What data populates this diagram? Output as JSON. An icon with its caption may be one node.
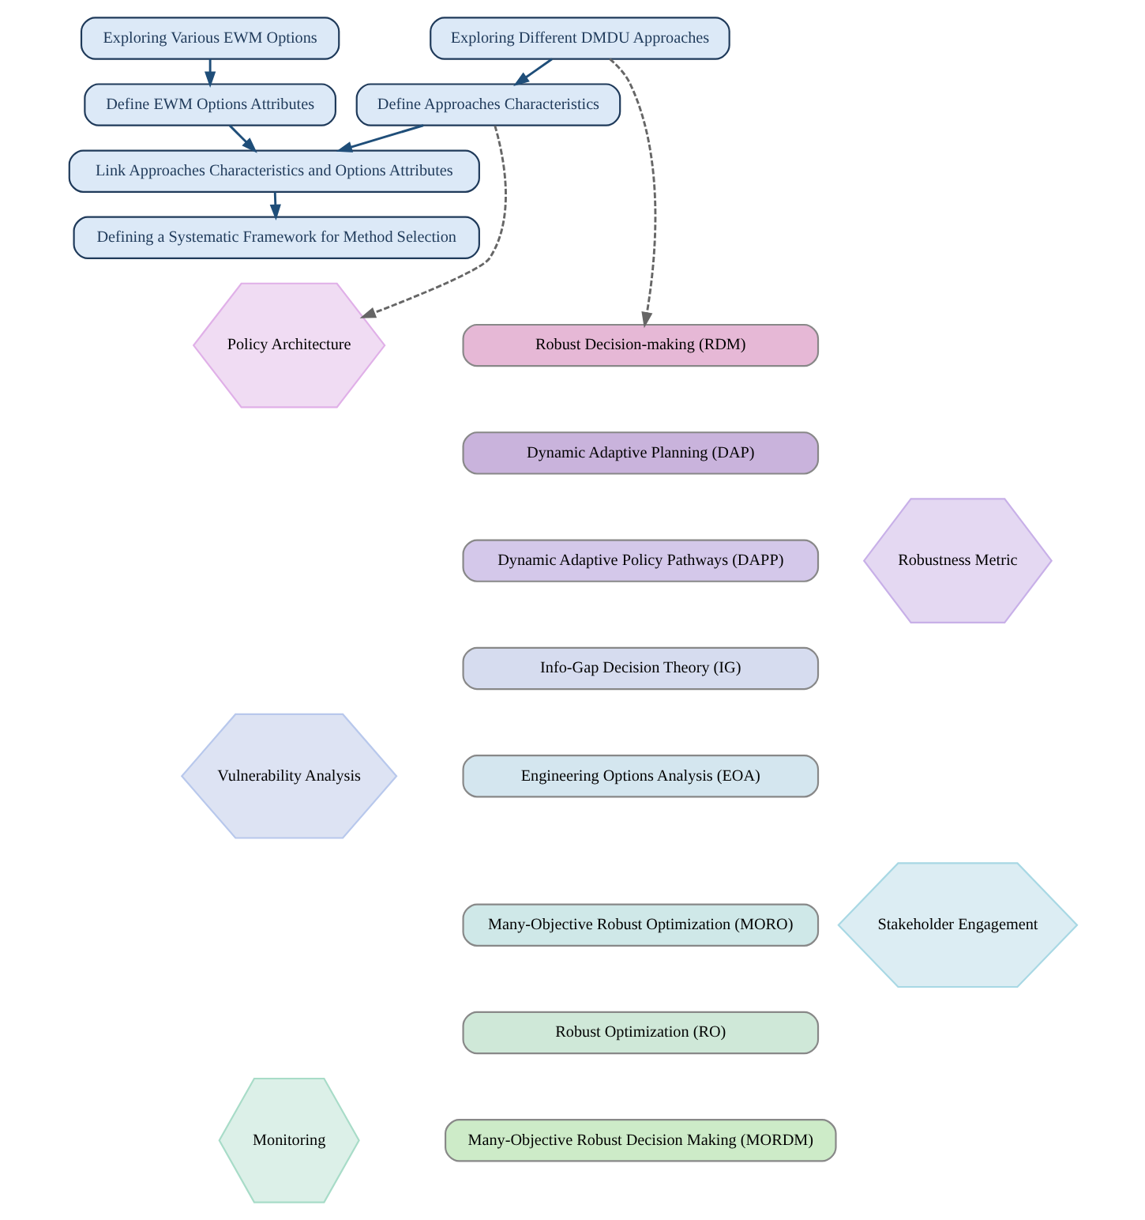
{
  "diagram": {
    "nodes": [
      {
        "text": [
          "Exploring Different DMDU Approaches"
        ]
      },
      {
        "text": [
          "Exploring Various EWM Options"
        ]
      },
      {
        "text": [
          "Define Approaches Characteristics"
        ]
      },
      {
        "text": [
          "Define EWM Options Attributes"
        ]
      },
      {
        "text": [
          "Link Approaches Characteristics and Options Attributes"
        ]
      },
      {
        "text": [
          "Defining a Systematic Framework for Method Selection"
        ]
      },
      {
        "text": [
          "Robust Decision-making (RDM)"
        ]
      },
      {
        "text": [
          "Dynamic Adaptive Planning (DAP)"
        ]
      },
      {
        "text": [
          "Dynamic Adaptive Policy Pathways (DAPP)"
        ]
      },
      {
        "text": [
          "Info-Gap Decision Theory (IG)"
        ]
      },
      {
        "text": [
          "Engineering Options Analysis (EOA)"
        ]
      },
      {
        "text": [
          "Many-Objective Robust Optimization (MORO)"
        ]
      },
      {
        "text": [
          "Robust Optimization (RO)"
        ]
      },
      {
        "text": [
          "Many-Objective Robust Decision Making (MORDM)"
        ]
      },
      {
        "text": [
          "Policy Architecture"
        ]
      },
      {
        "text": [
          "Robustness Metric"
        ]
      },
      {
        "text": [
          "Vulnerability Analysis"
        ]
      },
      {
        "text": [
          "Stakeholder Engagement"
        ]
      },
      {
        "text": [
          "Monitoring"
        ]
      }
    ],
    "edges": [
      {
        "from": 0,
        "to": 2,
        "arrow": "to"
      },
      {
        "from": 1,
        "to": 3,
        "arrow": "to"
      },
      {
        "from": 2,
        "to": 4,
        "arrow": "to"
      },
      {
        "from": 3,
        "to": 4,
        "arrow": "to"
      },
      {
        "from": 4,
        "to": 5,
        "arrow": "to"
      },
      {
        "from": 0,
        "to": 6,
        "arrow": "to",
        "style": "dashed",
        "color": "#666666"
      },
      {
        "from": 2,
        "to": 14,
        "arrow": "to",
        "style": "dashed",
        "color": "#666666"
      }
    ]
  }
}
